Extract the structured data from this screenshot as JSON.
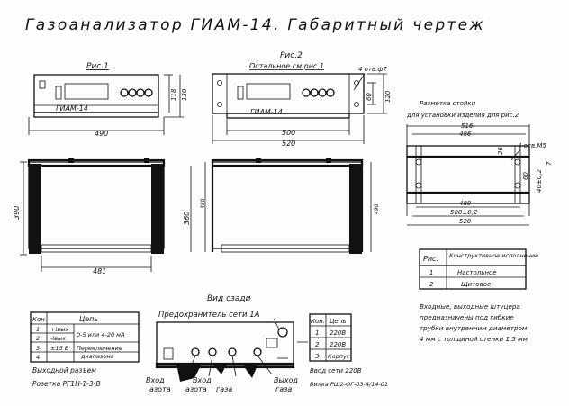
{
  "title": "Газоанализатор ГИАМ-14. Габаритный чертеж",
  "fig1": {
    "caption": "Рис.1",
    "label": "ГИАМ-14",
    "width": "490",
    "h1": "118",
    "h2": "130",
    "top_width": "481",
    "side_h": "390"
  },
  "fig2": {
    "caption": "Рис.2",
    "note": "Остальное см.рис.1",
    "holes": "4 отв.ф7",
    "label": "ГИАМ-14",
    "w1": "500",
    "w2": "520",
    "h1": "60",
    "h2": "120",
    "side_a": "360",
    "side_b": "480",
    "side_c": "490"
  },
  "rack": {
    "title1": "Разметка стойки",
    "title2": "для установки изделия для рис.2",
    "w516": "516",
    "w486": "486",
    "holes": "4 отв.М5",
    "w480": "480",
    "w500": "500±0,2",
    "w520": "520",
    "d26": "26",
    "d60": "60",
    "d40": "40±0,2",
    "d7": "7"
  },
  "exec_table": {
    "h1": "Рис.",
    "h2": "Конструктивное исполнение",
    "rows": [
      {
        "n": "1",
        "v": "Настольное"
      },
      {
        "n": "2",
        "v": "Щитовое"
      }
    ]
  },
  "back_view": {
    "caption": "Вид сзади",
    "fuse": "Предохранитель сети 1А",
    "in1": "Вход",
    "in1b": "азота",
    "in2": "Вход",
    "in2b": "азота",
    "in2c": "газа",
    "out": "Выход",
    "outb": "газа"
  },
  "out_table": {
    "h1": "Кон",
    "h2": "Цепь",
    "rows": [
      {
        "n": "1",
        "v": "+Iвых"
      },
      {
        "n": "2",
        "v": "-Iвых"
      },
      {
        "n": "3",
        "v": "±15 В"
      },
      {
        "n": "4",
        "v": ""
      }
    ],
    "r1": "0-5 или 4-20 мА",
    "r3a": "Переключение",
    "r3b": "диапазона",
    "footer1": "Выходной разъем",
    "footer2": "Розетка РГ1Н-1-3-В"
  },
  "net_table": {
    "h1": "Кон.",
    "h2": "Цепь",
    "rows": [
      {
        "n": "1",
        "v": "220В"
      },
      {
        "n": "2",
        "v": "220В"
      },
      {
        "n": "3",
        "v": "Корпус"
      }
    ],
    "footer1": "Ввод сети 220В",
    "footer2": "Вилка РШ2-ОГ-03-4/14-01"
  },
  "notes": {
    "l1": "Входные, выходные штуцера",
    "l2": "предназначены под гибкие",
    "l3": "трубки внутренним диаметром",
    "l4": "4 мм с толщиной стенки 1,5 мм"
  }
}
